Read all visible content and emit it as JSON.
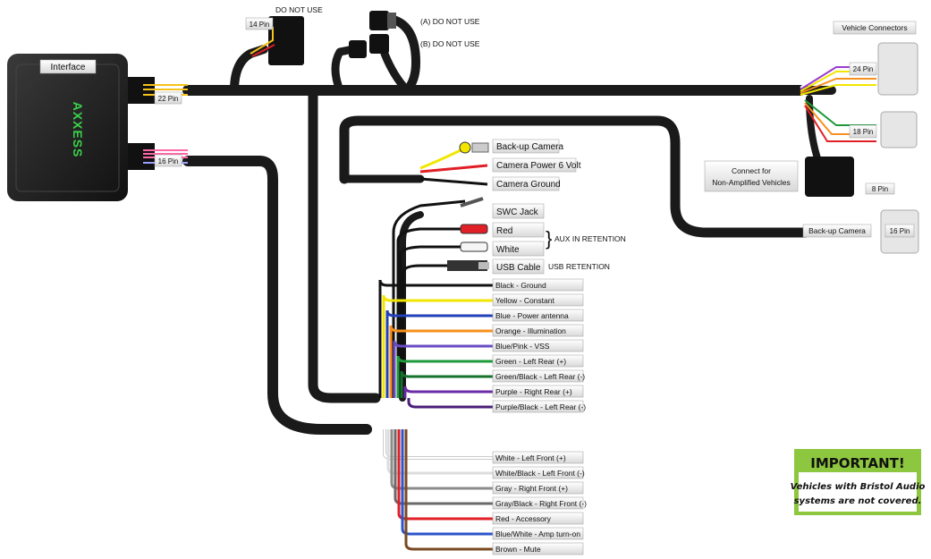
{
  "interface_label": "Interface",
  "brand": "AXXESS",
  "pins": {
    "p22": "22 Pin",
    "p16a": "16 Pin",
    "p14": "14 Pin",
    "p24": "24 Pin",
    "p18": "18 Pin",
    "p8": "8 Pin",
    "p16b": "16 Pin"
  },
  "do_not_use": {
    "top": "DO NOT USE",
    "a": "(A) DO NOT USE",
    "b": "(B) DO NOT USE"
  },
  "vehicle_connectors": "Vehicle Connectors",
  "non_amp": [
    "Connect for",
    "Non-Amplified Vehicles"
  ],
  "backup_camera_right": "Back-up Camera",
  "camera_labels": [
    "Back-up Camera",
    "Camera Power 6 Volt",
    "Camera Ground"
  ],
  "aux_labels": [
    "SWC Jack",
    "Red",
    "White",
    "USB Cable"
  ],
  "aux_retention": "AUX IN RETENTION",
  "usb_retention": "USB RETENTION",
  "wire_group_1": [
    {
      "label": "Black - Ground",
      "color": "#111111"
    },
    {
      "label": "Yellow - Constant",
      "color": "#f2e600"
    },
    {
      "label": "Blue - Power antenna",
      "color": "#2340b8"
    },
    {
      "label": "Orange - Illumination",
      "color": "#f7901e"
    },
    {
      "label": "Blue/Pink - VSS",
      "color": "#6a4cc4"
    },
    {
      "label": "Green - Left Rear (+)",
      "color": "#1e9a3a"
    },
    {
      "label": "Green/Black - Left Rear (-)",
      "color": "#15702b"
    },
    {
      "label": "Purple - Right Rear (+)",
      "color": "#6b2ca6"
    },
    {
      "label": "Purple/Black - Left Rear (-)",
      "color": "#4b1f7a"
    }
  ],
  "wire_group_2": [
    {
      "label": "White - Left Front (+)",
      "color": "#ffffff"
    },
    {
      "label": "White/Black - Left Front (-)",
      "color": "#dddddd"
    },
    {
      "label": "Gray - Right Front (+)",
      "color": "#8c8c8c"
    },
    {
      "label": "Gray/Black - Right Front (-)",
      "color": "#6a6a6a"
    },
    {
      "label": "Red - Accessory",
      "color": "#e01f26"
    },
    {
      "label": "Blue/White - Amp turn-on",
      "color": "#2d55c9"
    },
    {
      "label": "Brown - Mute",
      "color": "#7a4a22"
    }
  ],
  "important": {
    "title": "IMPORTANT!",
    "lines": [
      "Vehicles with Bristol Audio",
      "systems are not covered."
    ]
  }
}
